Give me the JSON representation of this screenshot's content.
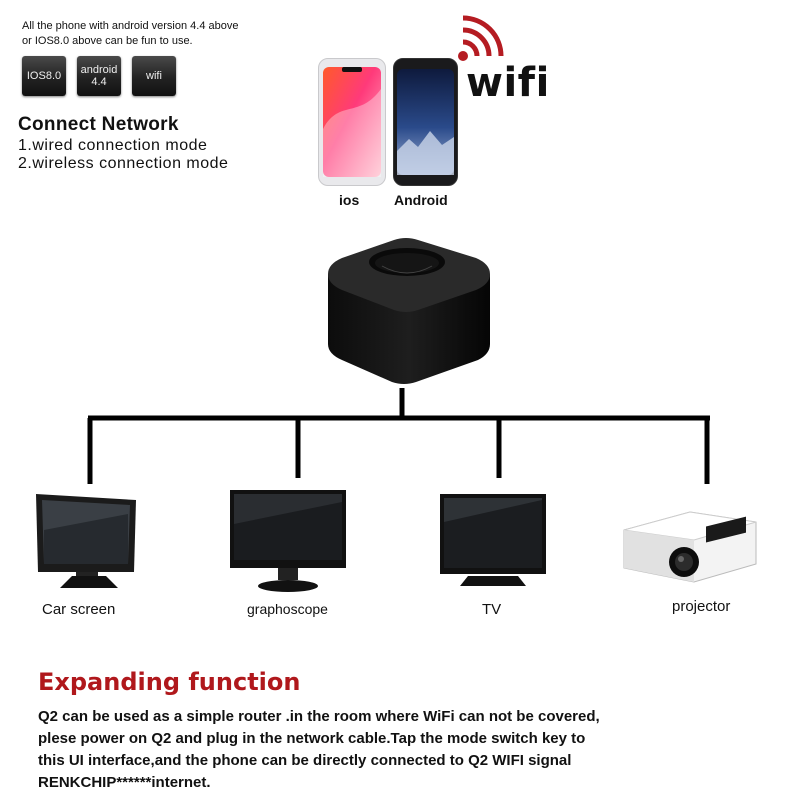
{
  "intro": {
    "line1": "All the phone with android version 4.4 above",
    "line2": "or IOS8.0 above can be fun to use."
  },
  "badges": [
    "IOS8.0",
    "android\n4.4",
    "wifi"
  ],
  "connect": {
    "title": "Connect Network",
    "modes": [
      "1.wired connection mode",
      "2.wireless connection mode"
    ]
  },
  "phones": {
    "ios_label": "ios",
    "android_label": "Android"
  },
  "wifi_logo_text": "wifi",
  "devices": [
    "Car screen",
    "graphoscope",
    "TV",
    "projector"
  ],
  "expanding": {
    "title": "Expanding function",
    "lines": [
      "Q2 can be used as a simple router .in the room where  WiFi can not be covered,",
      "plese power on Q2 and plug in the network cable.Tap the mode switch key to",
      "this UI interface,and the phone can be directly connected  to Q2 WIFI signal",
      "RENKCHIP******internet."
    ]
  },
  "colors": {
    "accent_red": "#b0181c",
    "wifi_red": "#b51c22",
    "line_black": "#000000"
  }
}
